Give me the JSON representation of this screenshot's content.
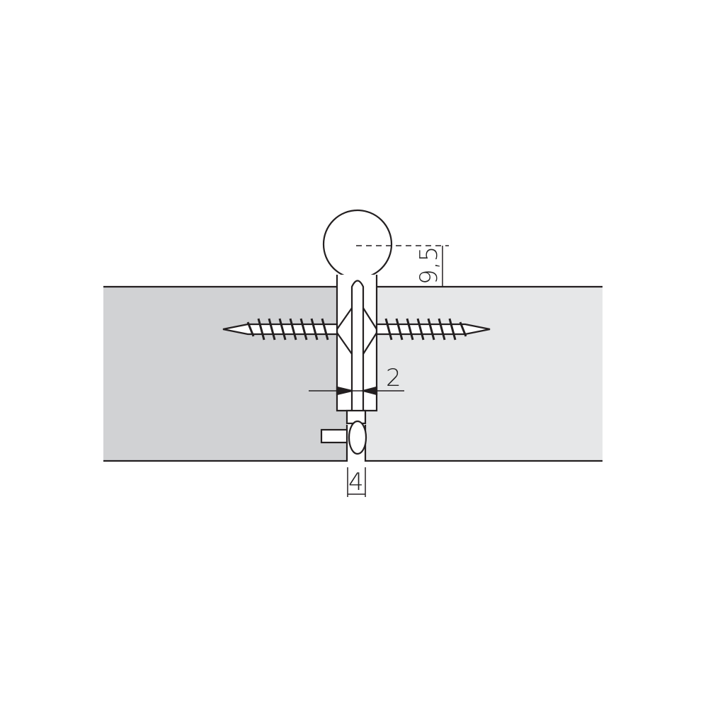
{
  "dimensions": {
    "ball_height": "9,5",
    "hinge_gap": "2",
    "panel_gap": "4"
  },
  "colors": {
    "left_panel": "#d1d2d4",
    "right_panel": "#e6e7e8",
    "line": "#231f20"
  }
}
